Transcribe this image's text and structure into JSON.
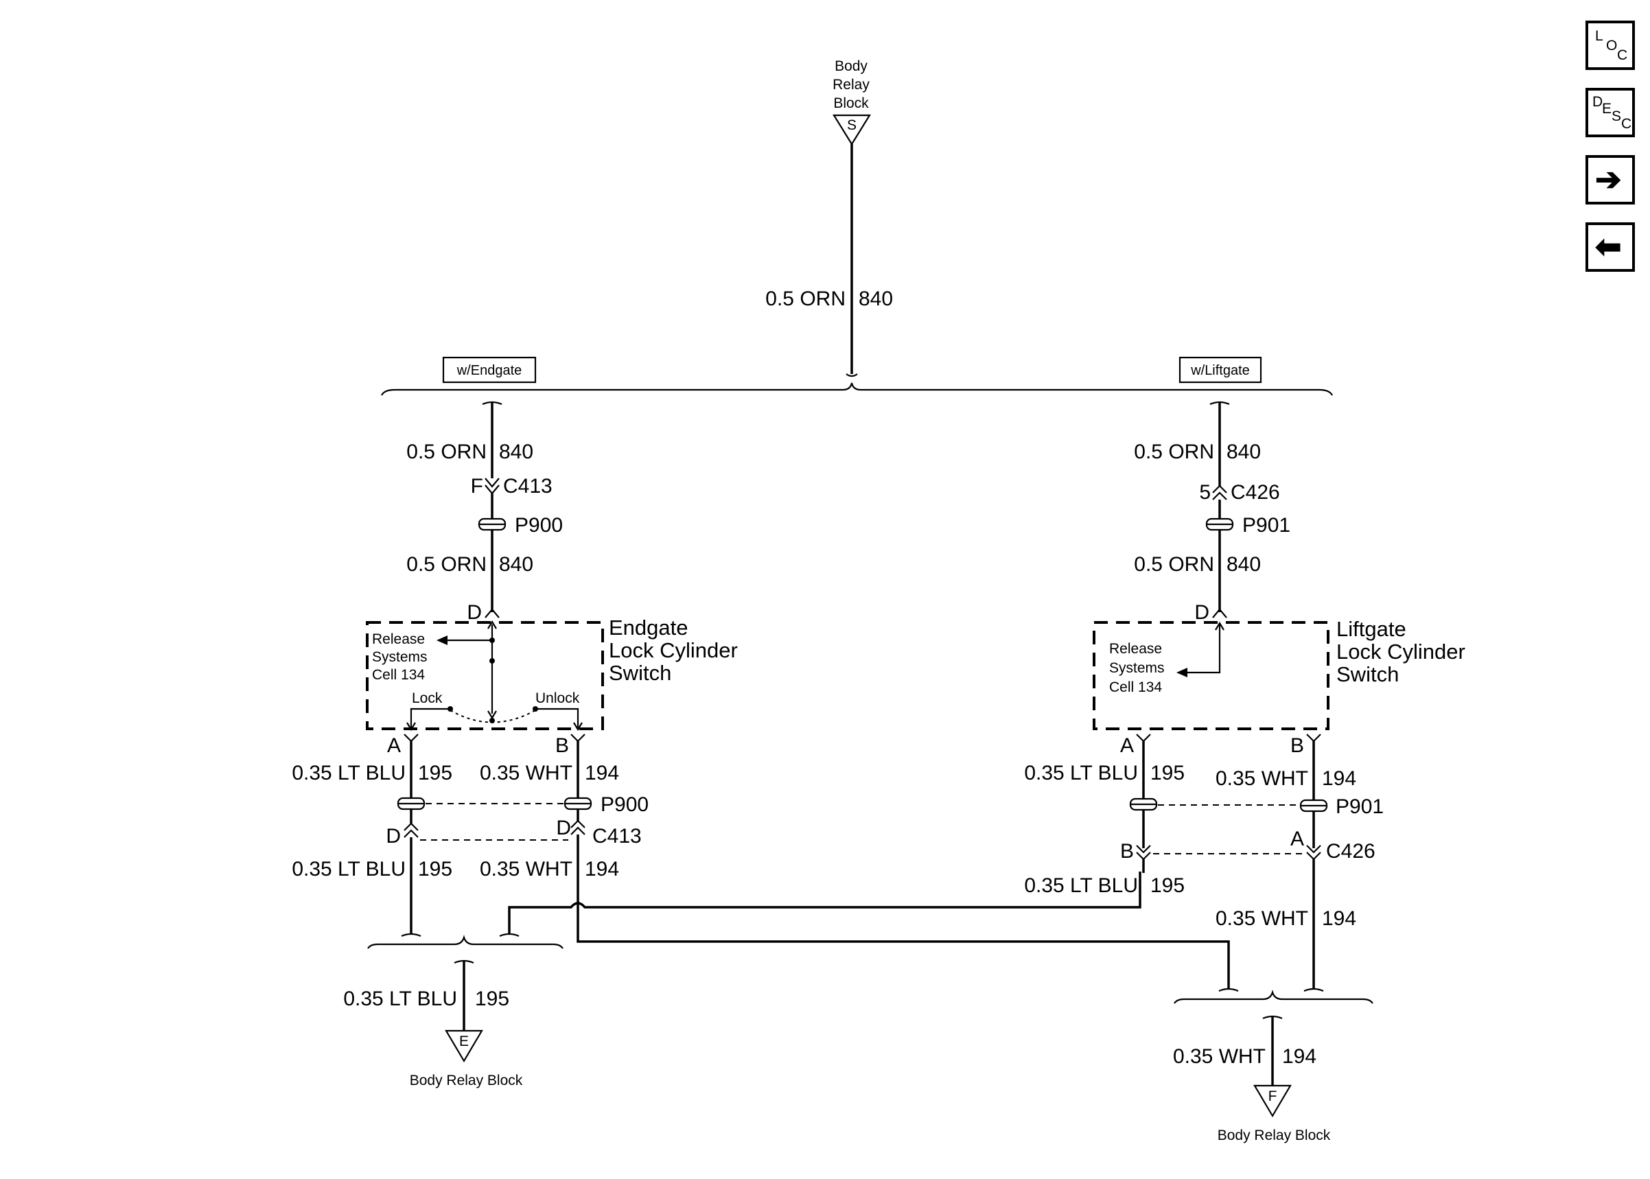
{
  "source": {
    "label_lines": [
      "Body",
      "Relay",
      "Block"
    ],
    "pin": "S"
  },
  "feed_wire": "0.5 ORN",
  "feed_circuit": "840",
  "options": {
    "endgate": "w/Endgate",
    "liftgate": "w/Liftgate"
  },
  "endgate": {
    "wire_top": "0.5 ORN",
    "circuit_top": "840",
    "connector_top_pin": "F",
    "connector_top": "C413",
    "splice_top": "P900",
    "wire_mid": "0.5 ORN",
    "circuit_mid": "840",
    "switch_pin_d": "D",
    "switch_title": [
      "Endgate",
      "Lock Cylinder",
      "Switch"
    ],
    "ref_lines": [
      "Release",
      "Systems",
      "Cell 134"
    ],
    "lock": "Lock",
    "unlock": "Unlock",
    "pin_a": "A",
    "pin_b": "B",
    "wire_a": "0.35 LT BLU",
    "circuit_a": "195",
    "wire_b": "0.35 WHT",
    "circuit_b": "194",
    "splice_bottom": "P900",
    "conn_pin_d1": "D",
    "conn_pin_d2": "D",
    "connector_bottom": "C413",
    "wire_a2": "0.35 LT BLU",
    "circuit_a2": "195",
    "wire_b2": "0.35 WHT",
    "circuit_b2": "194"
  },
  "liftgate": {
    "wire_top": "0.5 ORN",
    "circuit_top": "840",
    "connector_top_pin": "5",
    "connector_top": "C426",
    "splice_top": "P901",
    "wire_mid": "0.5 ORN",
    "circuit_mid": "840",
    "switch_pin_d": "D",
    "switch_title": [
      "Liftgate",
      "Lock Cylinder",
      "Switch"
    ],
    "ref_lines": [
      "Release",
      "Systems",
      "Cell 134"
    ],
    "pin_a": "A",
    "pin_b": "B",
    "wire_a": "0.35 LT BLU",
    "circuit_a": "195",
    "wire_b": "0.35 WHT",
    "circuit_b": "194",
    "splice_bottom": "P901",
    "conn_pin_b": "B",
    "conn_pin_a": "A",
    "connector_bottom": "C426",
    "wire_a2": "0.35 LT BLU",
    "circuit_a2": "195",
    "wire_b2": "0.35 WHT",
    "circuit_b2": "194"
  },
  "ground_e": {
    "wire": "0.35 LT BLU",
    "circuit": "195",
    "pin": "E",
    "label": "Body Relay Block"
  },
  "ground_f": {
    "wire": "0.35 WHT",
    "circuit": "194",
    "pin": "F",
    "label": "Body Relay Block"
  },
  "nav": {
    "loc": [
      "L",
      "O",
      "C"
    ],
    "desc": [
      "D",
      "E",
      "S",
      "C"
    ],
    "next": "➔",
    "prev": "⬅"
  }
}
